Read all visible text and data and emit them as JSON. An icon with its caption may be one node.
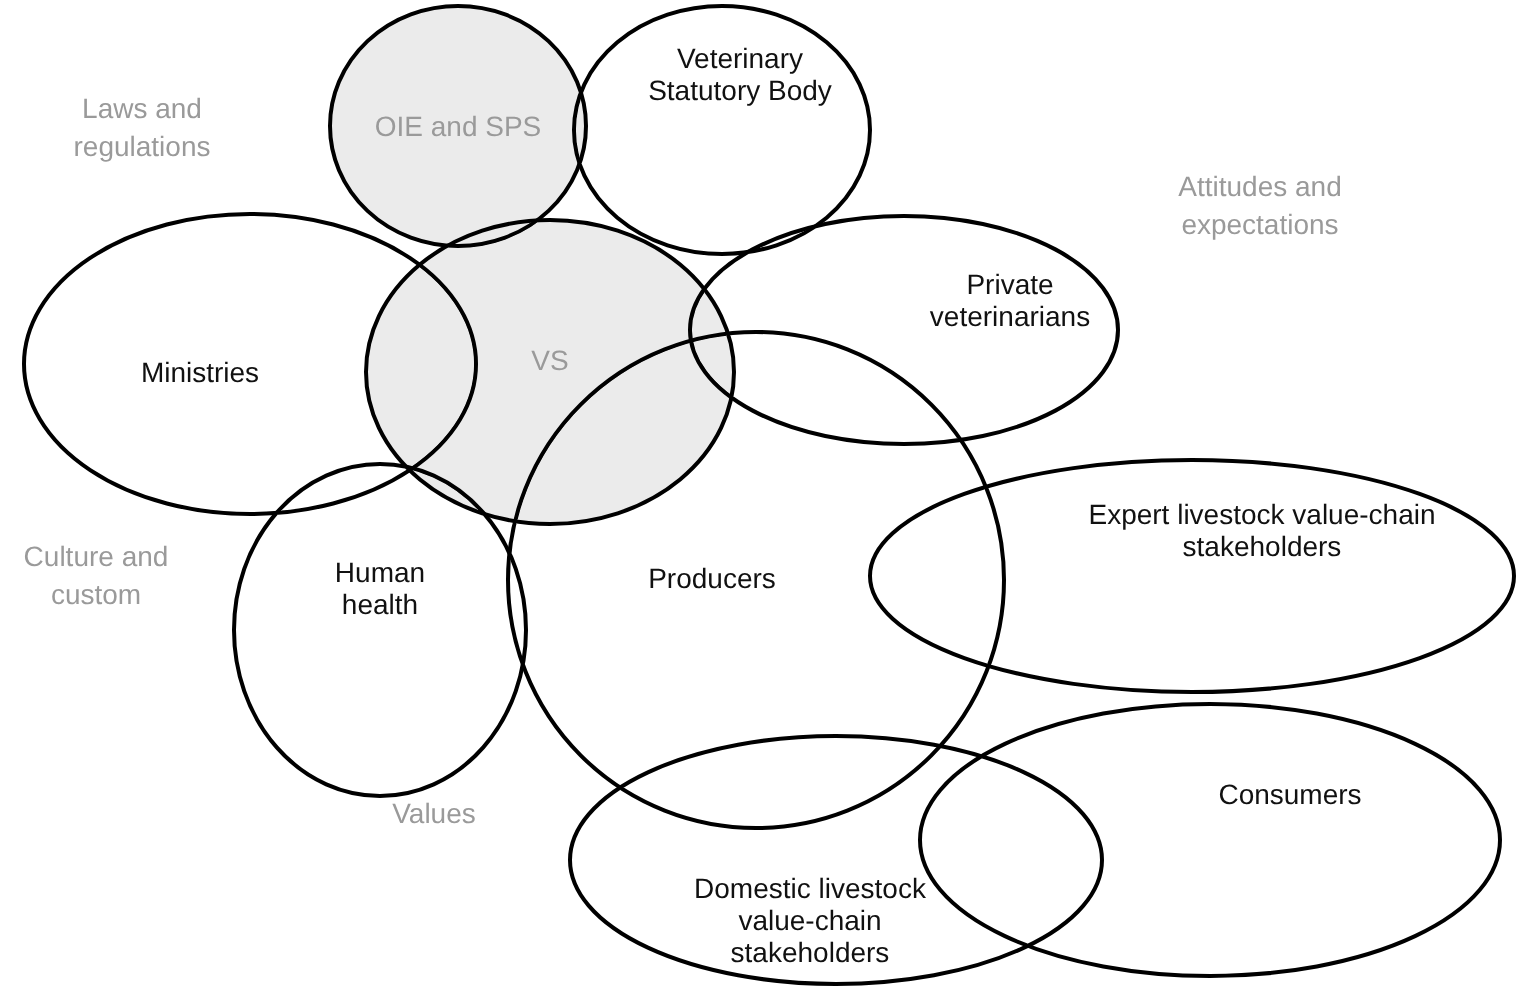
{
  "diagram": {
    "nodes": [
      {
        "text": [
          "OIE and SPS"
        ]
      },
      {
        "text": [
          "Veterinary Statutory Body"
        ]
      },
      {
        "text": [
          "VS"
        ]
      },
      {
        "text": [
          "Ministries"
        ]
      },
      {
        "text": [
          "Private veterinarians"
        ]
      },
      {
        "text": [
          "Human health"
        ]
      },
      {
        "text": [
          "Producers"
        ]
      },
      {
        "text": [
          "Expert livestock value-chain stakeholders"
        ]
      },
      {
        "text": [
          "Consumers"
        ]
      },
      {
        "text": [
          "Domestic livestock value-chain stakeholders"
        ]
      }
    ],
    "labels": [
      "Laws and regulations",
      "Attitudes and expectations",
      "Culture and custom",
      "Values"
    ]
  }
}
